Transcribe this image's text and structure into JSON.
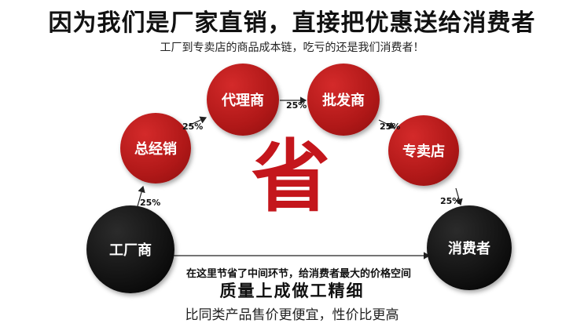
{
  "header": {
    "title": "因为我们是厂家直销，直接把优惠送给消费者",
    "subtitle": "工厂到专卖店的商品成本链，吃亏的还是我们消费者！"
  },
  "nodes": {
    "factory": "工厂商",
    "distributor": "总经销",
    "agent": "代理商",
    "wholesaler": "批发商",
    "store": "专卖店",
    "consumer": "消费者"
  },
  "percents": {
    "p1": "25%",
    "p2": "25%",
    "p3": "25%",
    "p4": "25%",
    "p5": "25%"
  },
  "center_char": "省",
  "note": "在这里节省了中间环节，给消费者最大的价格空间",
  "quality": "质量上成做工精细",
  "bottom": "比同类产品售价更便宜，性价比更高",
  "colors": {
    "red": "#b01818",
    "black": "#000000",
    "center": "#c4161c"
  }
}
